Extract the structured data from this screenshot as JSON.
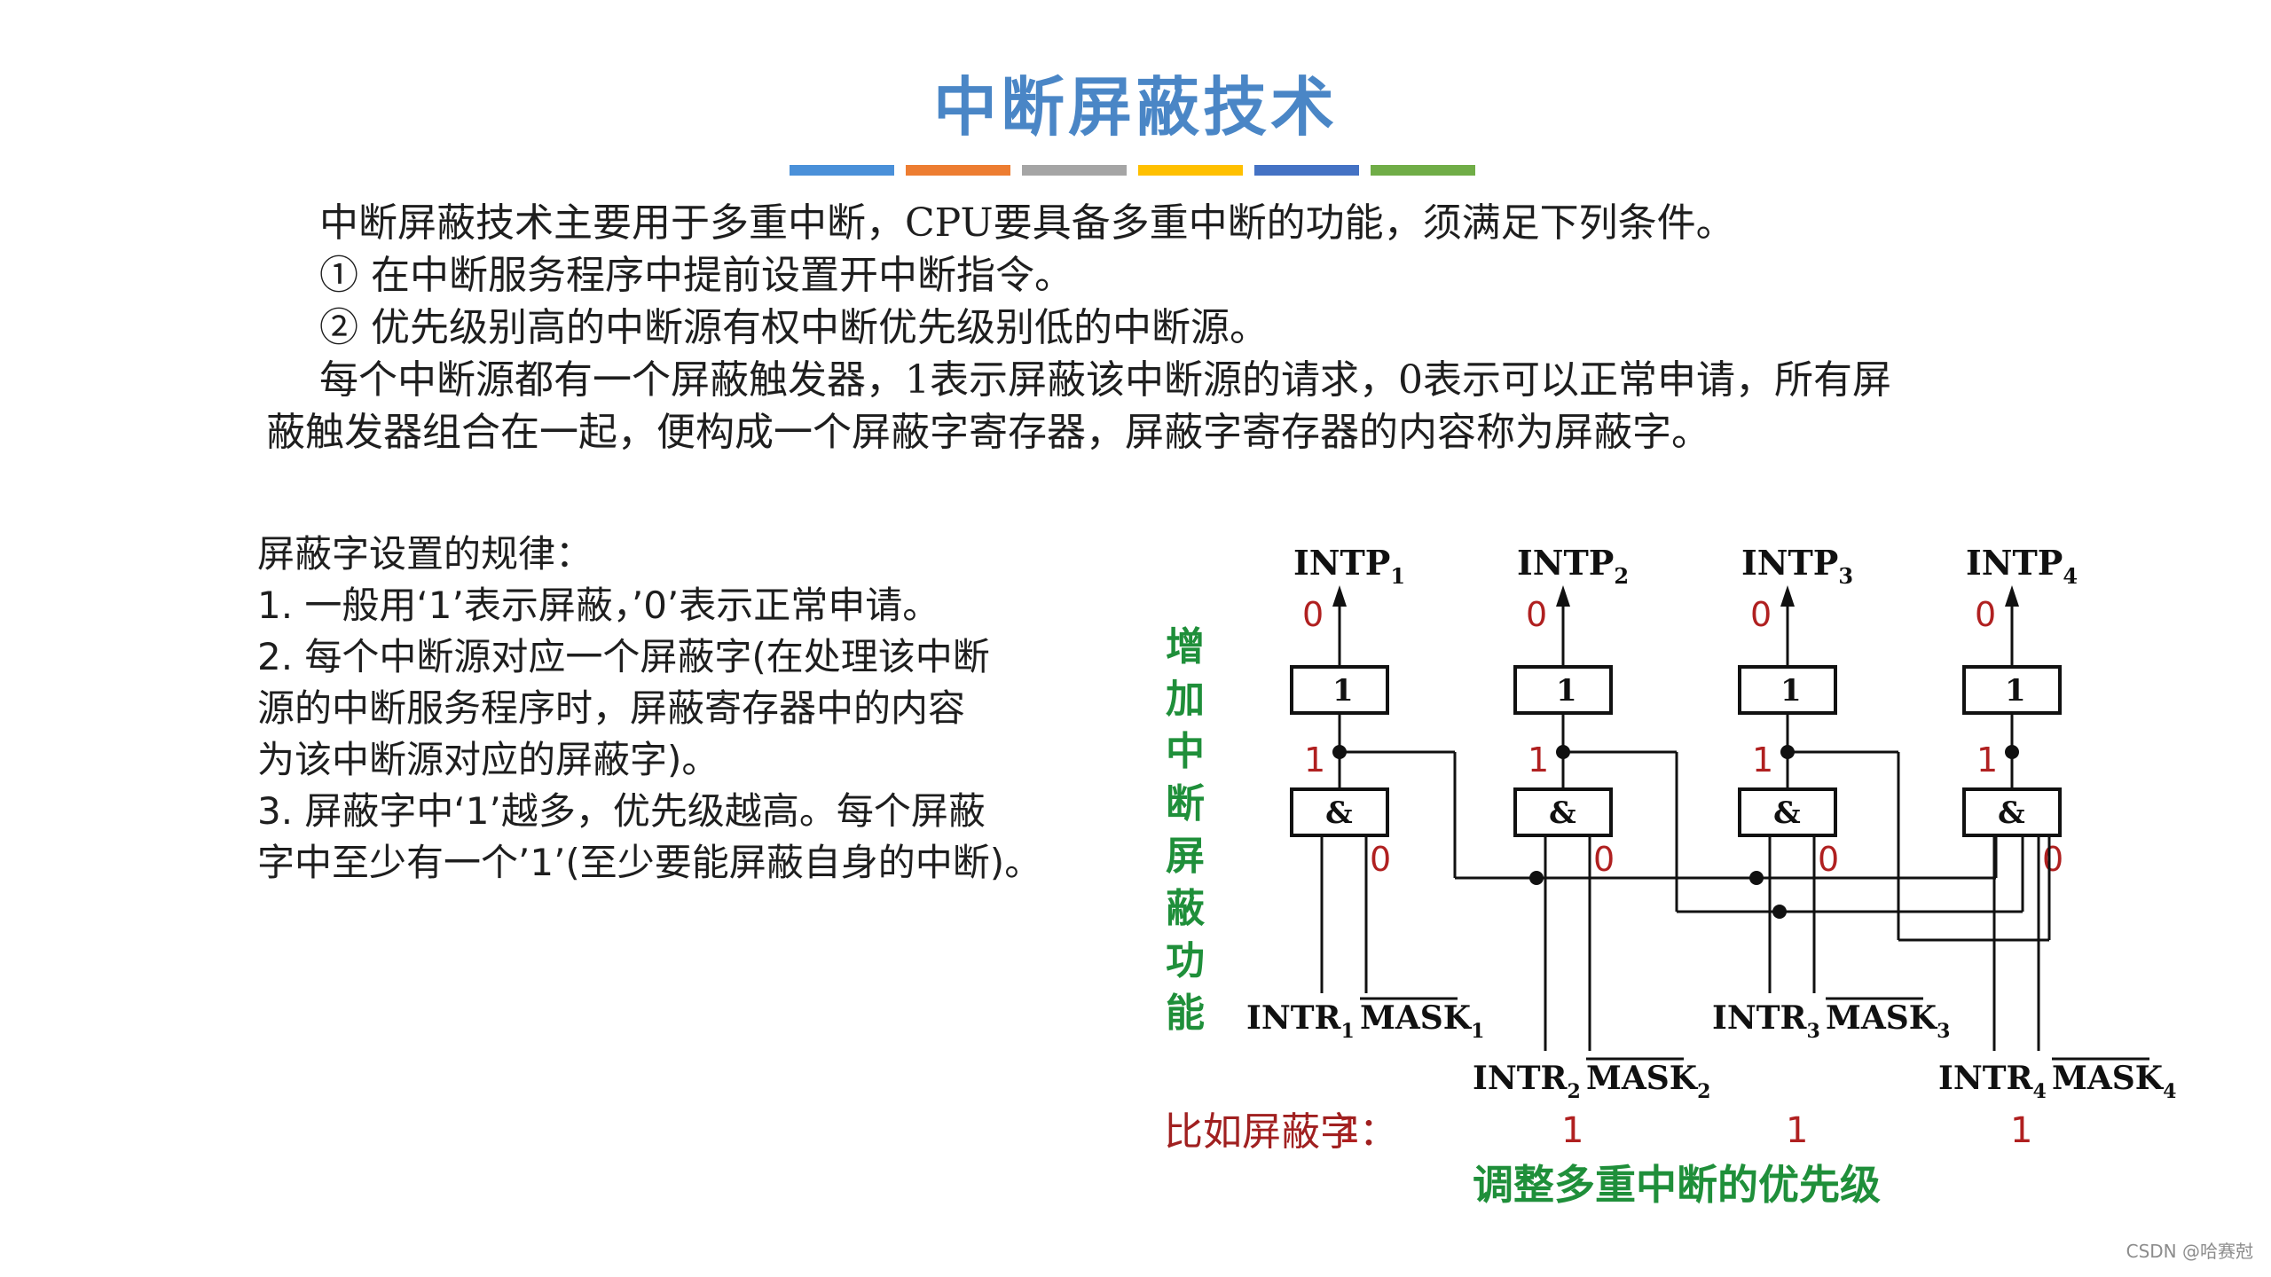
{
  "title": "中断屏蔽技术",
  "color_bar": [
    "#4a90d9",
    "#ed7d31",
    "#a5a5a5",
    "#ffc000",
    "#4472c4",
    "#70ad47"
  ],
  "intro": {
    "line1": "中断屏蔽技术主要用于多重中断，CPU要具备多重中断的功能，须满足下列条件。",
    "line2": "① 在中断服务程序中提前设置开中断指令。",
    "line3": "② 优先级别高的中断源有权中断优先级别低的中断源。",
    "line4": "每个中断源都有一个屏蔽触发器，1表示屏蔽该中断源的请求，0表示可以正常申请，所有屏",
    "line5": "蔽触发器组合在一起，便构成一个屏蔽字寄存器，屏蔽字寄存器的内容称为屏蔽字。"
  },
  "rules": {
    "heading": "屏蔽字设置的规律：",
    "r1": "1. 一般用‘1’表示屏蔽，’0’表示正常申请。",
    "r2a": "2. 每个中断源对应一个屏蔽字(在处理该中断",
    "r2b": "源的中断服务程序时，屏蔽寄存器中的内容",
    "r2c": "为该中断源对应的屏蔽字)。",
    "r3a": "3. 屏蔽字中‘1’越多，优先级越高。每个屏蔽",
    "r3b": "字中至少有一个’1’(至少要能屏蔽自身的中断)。"
  },
  "side_label": [
    "增",
    "加",
    "中",
    "断",
    "屏",
    "蔽",
    "功",
    "能"
  ],
  "circuit": {
    "intp": [
      "INTP",
      "INTP",
      "INTP",
      "INTP"
    ],
    "subscripts": [
      "1",
      "2",
      "3",
      "4"
    ],
    "ff_label": "1",
    "and_label": "&",
    "out_values": [
      "0",
      "0",
      "0",
      "0"
    ],
    "ff_values": [
      "1",
      "1",
      "1",
      "1"
    ],
    "and_out_values": [
      "0",
      "0",
      "0",
      "0"
    ],
    "intr": "INTR",
    "mask": "MASK",
    "mask_word": [
      "1",
      "1",
      "1",
      "1"
    ]
  },
  "example_label": "比如屏蔽字：",
  "bottom_caption": "调整多重中断的优先级",
  "watermark": "CSDN @哈赛尅"
}
